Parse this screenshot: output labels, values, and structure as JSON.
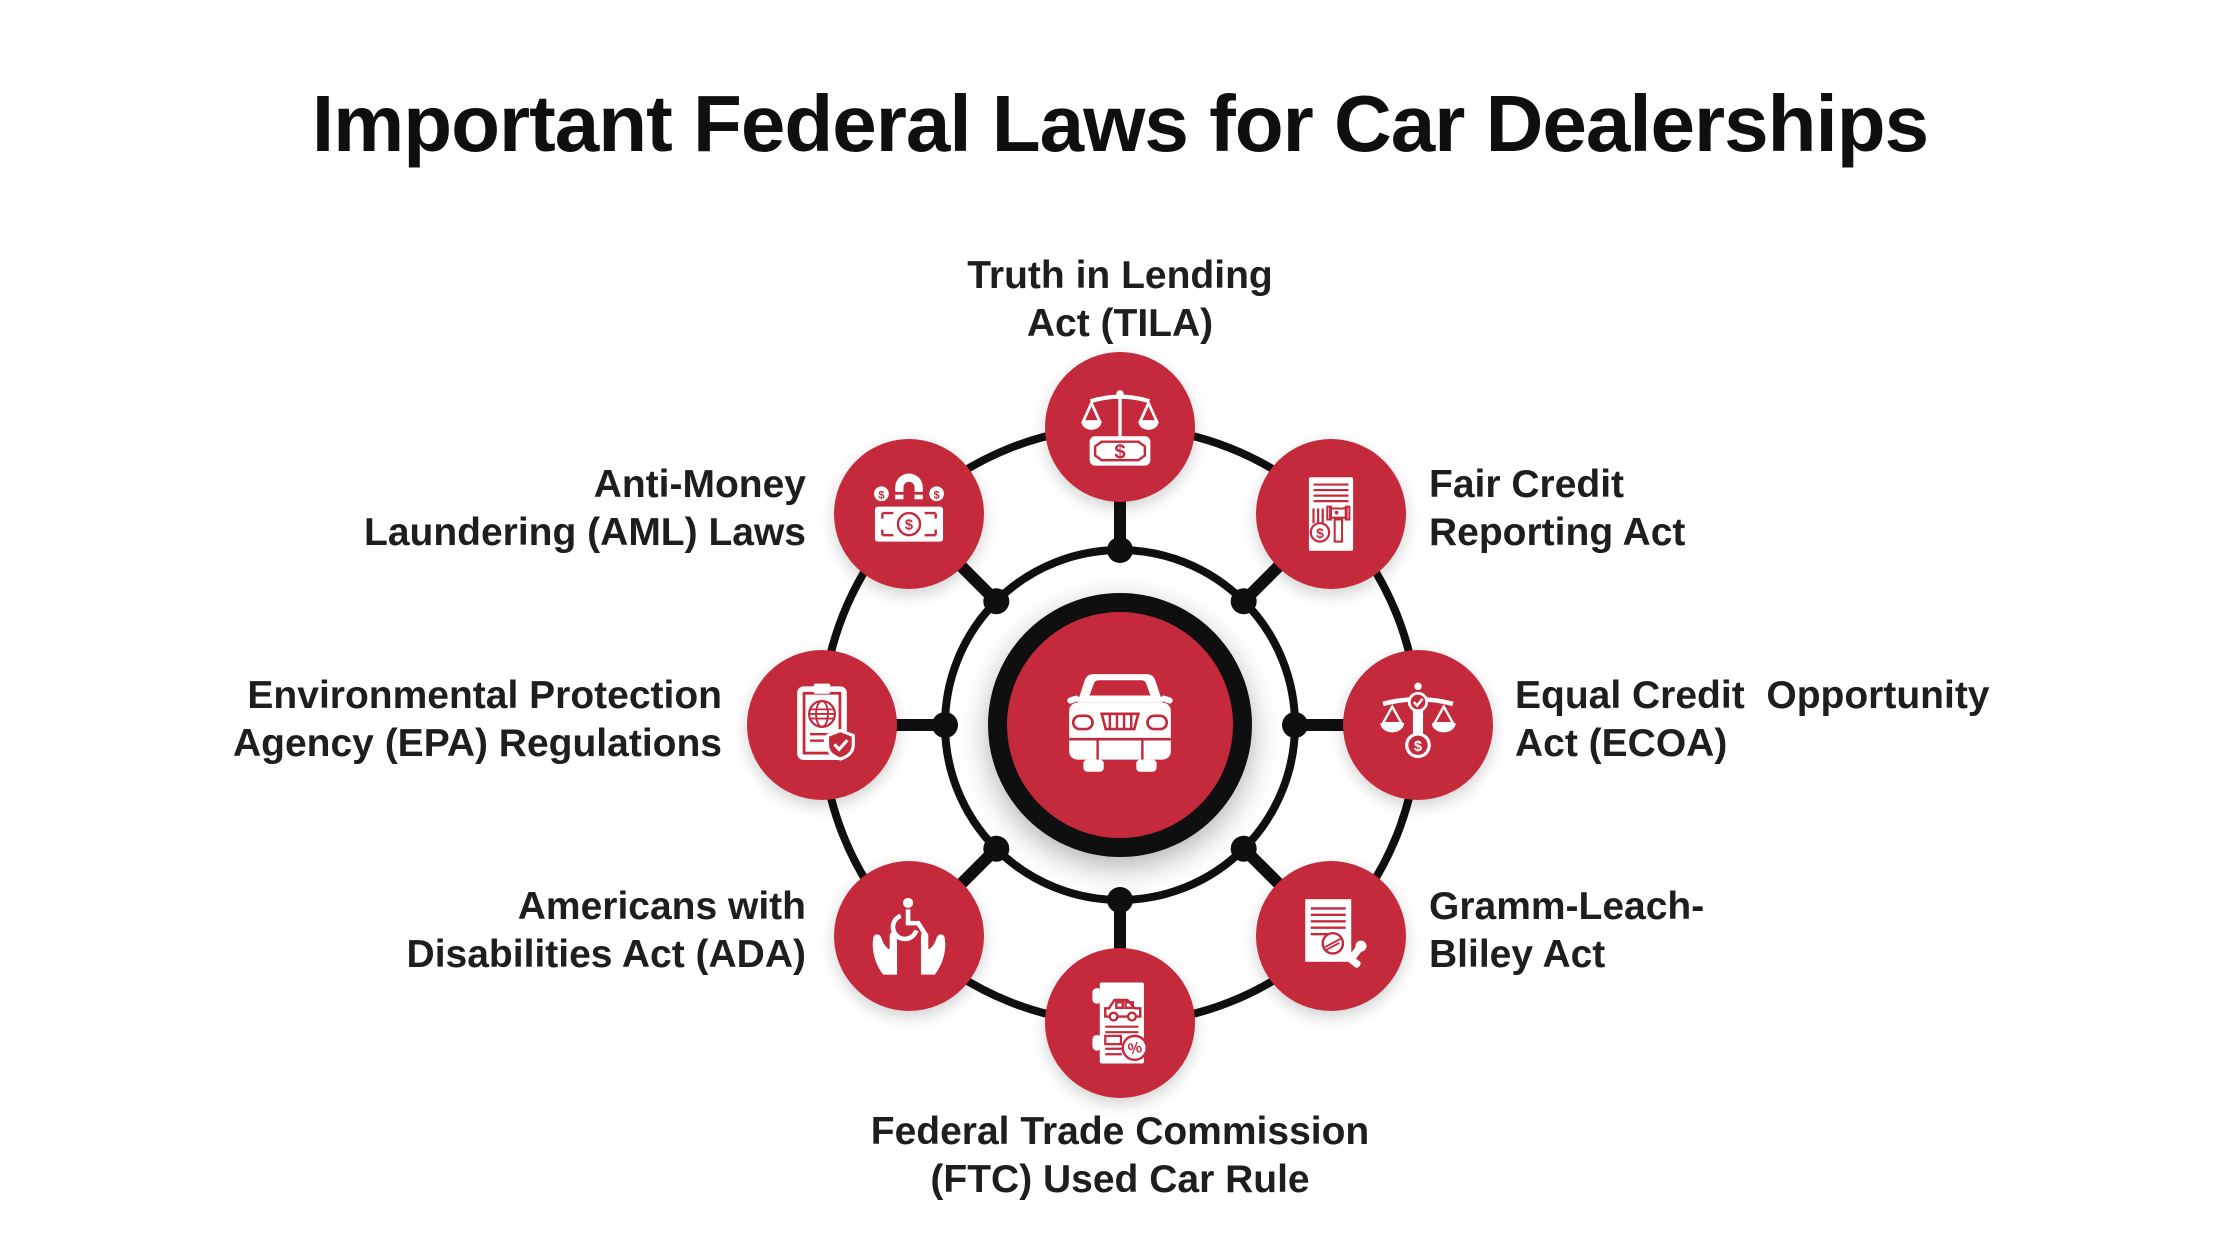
{
  "title": "Important Federal Laws for Car Dealerships",
  "colors": {
    "accent_red": "#C42A3B",
    "line_black": "#0f0f0f",
    "text_black": "#1e1e1e",
    "background": "#ffffff",
    "icon_white": "#ffffff"
  },
  "center": {
    "icon": "car-front-icon"
  },
  "nodes": [
    {
      "id": "tila",
      "position": "top",
      "icon": "scales-on-money-icon",
      "label": "Truth in Lending\nAct (TILA)"
    },
    {
      "id": "fcra",
      "position": "top-right",
      "icon": "credit-report-gavel-icon",
      "label": "Fair Credit\nReporting Act"
    },
    {
      "id": "ecoa",
      "position": "right",
      "icon": "balance-check-dollar-icon",
      "label": "Equal Credit  Opportunity\nAct (ECOA)"
    },
    {
      "id": "glba",
      "position": "bottom-right",
      "icon": "document-stamp-icon",
      "label": "Gramm-Leach-\nBliley Act"
    },
    {
      "id": "ftc",
      "position": "bottom",
      "icon": "car-contract-percent-icon",
      "label": "Federal Trade Commission\n(FTC) Used Car Rule"
    },
    {
      "id": "ada",
      "position": "bottom-left",
      "icon": "hands-wheelchair-icon",
      "label": "Americans with\nDisabilities Act (ADA)"
    },
    {
      "id": "epa",
      "position": "left",
      "icon": "clipboard-globe-shield-icon",
      "label": "Environmental Protection\nAgency (EPA) Regulations"
    },
    {
      "id": "aml",
      "position": "top-left",
      "icon": "money-magnet-icon",
      "label": "Anti-Money\nLaundering (AML) Laws"
    }
  ]
}
